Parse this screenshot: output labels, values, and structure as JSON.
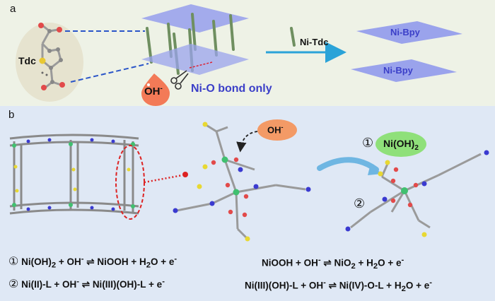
{
  "panel_a": {
    "label": "a",
    "background": "#eef2e6",
    "ligand_label": "Tdc",
    "hydroxide_label": "OH",
    "hydroxide_charge": "-",
    "bond_note": "Ni-O bond only",
    "arrow_label": "Ni-Tdc",
    "product_sheets": [
      "Ni-Bpy",
      "Ni-Bpy"
    ],
    "colors": {
      "sheet": "#9aa3ec",
      "pillar": "#7a9a6a",
      "arrow": "#2aa3d8",
      "blue_text": "#3b3fc8",
      "droplet": "#f37a57"
    }
  },
  "panel_b": {
    "label": "b",
    "background": "#dfe8f5",
    "hydroxide_label": "OH",
    "hydroxide_charge": "-",
    "circle_one": "①",
    "circle_two": "②",
    "product_label": "Ni(OH)",
    "product_sub": "2",
    "equations": {
      "eq1a": {
        "num": "①",
        "parts": [
          "Ni(OH)",
          "2",
          " + OH",
          "-",
          " ⇌ NiOOH + H",
          "2",
          "O + e",
          "-"
        ]
      },
      "eq1b": {
        "parts": [
          "NiOOH + OH",
          "-",
          " ⇌ NiO",
          "2",
          " + H",
          "2",
          "O + e",
          "-"
        ]
      },
      "eq2a": {
        "num": "②",
        "parts": [
          "Ni(II)-L + OH",
          "-",
          " ⇌ Ni(III)(OH)-L + e",
          "-"
        ]
      },
      "eq2b": {
        "parts": [
          "Ni(III)(OH)-L + OH",
          "-",
          " ⇌ Ni(IV)-O-L + H",
          "2",
          "O + e",
          "-"
        ]
      }
    }
  }
}
